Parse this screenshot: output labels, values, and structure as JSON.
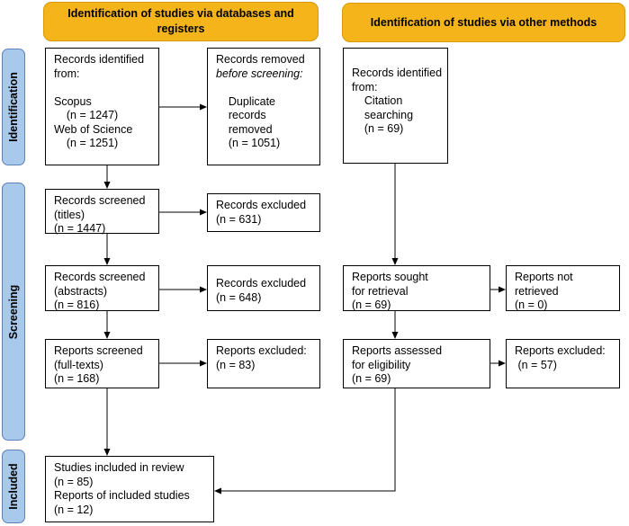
{
  "headers": {
    "databases": "Identification of studies via databases and registers",
    "other": "Identification of studies via other methods"
  },
  "phases": {
    "identification": "Identification",
    "screening": "Screening",
    "included": "Included"
  },
  "boxes": {
    "records_identified": [
      "Records identified",
      "from:",
      "",
      "Scopus",
      "    (n = 1247)",
      "Web of Science",
      "    (n = 1251)"
    ],
    "records_removed": [
      "Records removed",
      "before screening:",
      "",
      "    Duplicate",
      "    records",
      "    removed",
      "    (n = 1051)"
    ],
    "records_identified_other": [
      "Records identified",
      "from:",
      "    Citation",
      "    searching",
      "    (n = 69)"
    ],
    "screened_titles": [
      "Records screened",
      "(titles)",
      "(n = 1447)"
    ],
    "excluded_titles": [
      "Records excluded",
      "(n = 631)"
    ],
    "screened_abstracts": [
      "Records screened",
      "(abstracts)",
      "(n = 816)"
    ],
    "excluded_abstracts": [
      "Records excluded",
      "(n = 648)"
    ],
    "sought_retrieval": [
      "Reports sought",
      "for retrieval",
      "(n = 69)"
    ],
    "not_retrieved": [
      "Reports not",
      "retrieved",
      "(n = 0)"
    ],
    "screened_fulltexts": [
      "Reports screened",
      "(full-texts)",
      "(n = 168)"
    ],
    "excluded_fulltexts": [
      "Reports excluded:",
      "(n = 83)"
    ],
    "assessed_eligibility": [
      "Reports assessed",
      "for eligibility",
      "(n = 69)"
    ],
    "excluded_eligibility": [
      "Reports excluded:",
      " (n = 57)"
    ],
    "included": [
      "Studies included in review",
      "(n = 85)",
      "Reports of included studies",
      "(n = 12)"
    ]
  }
}
